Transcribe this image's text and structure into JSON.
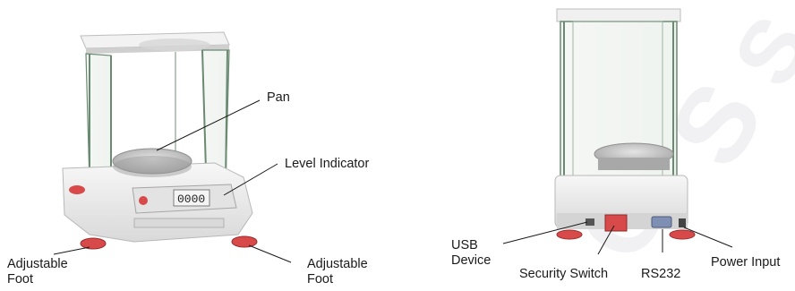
{
  "figure": {
    "left_view": {
      "labels": {
        "pan": "Pan",
        "level_indicator": "Level Indicator",
        "adjustable_foot_left": [
          "Adjustable",
          "Foot"
        ],
        "adjustable_foot_right": [
          "Adjustable",
          "Foot"
        ]
      },
      "display_readout": "0000"
    },
    "right_view": {
      "labels": {
        "usb_device": [
          "USB",
          "Device"
        ],
        "security_switch": "Security Switch",
        "rs232": "RS232",
        "power_input": "Power Input"
      }
    }
  },
  "colors": {
    "body": "#ececec",
    "glass_edge": "#6a8a72",
    "foot": "#d84a4a",
    "pan": "#c9c9c9",
    "leader_line": "#1a1a1a"
  }
}
